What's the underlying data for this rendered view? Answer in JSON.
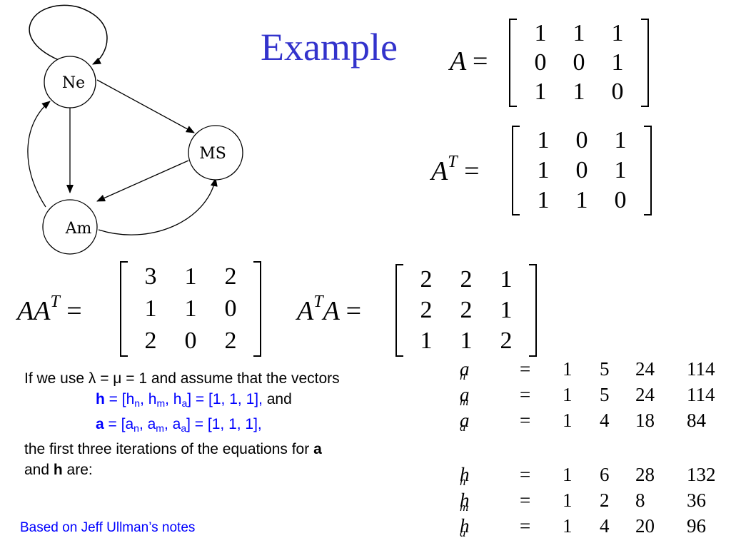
{
  "title": "Example",
  "graph": {
    "nodes": {
      "ne": "Ne",
      "ms": "MS",
      "am": "Am"
    }
  },
  "matrices": {
    "A": {
      "label": "A",
      "rows": [
        [
          "1",
          "1",
          "1"
        ],
        [
          "0",
          "0",
          "1"
        ],
        [
          "1",
          "1",
          "0"
        ]
      ]
    },
    "AT": {
      "label": "A",
      "sup": "T",
      "rows": [
        [
          "1",
          "0",
          "1"
        ],
        [
          "1",
          "0",
          "1"
        ],
        [
          "1",
          "1",
          "0"
        ]
      ]
    },
    "AAT": {
      "label": "AA",
      "sup": "T",
      "rows": [
        [
          "3",
          "1",
          "2"
        ],
        [
          "1",
          "1",
          "0"
        ],
        [
          "2",
          "0",
          "2"
        ]
      ]
    },
    "ATA": {
      "label_pre": "A",
      "sup": "T",
      "label_post": "A",
      "rows": [
        [
          "2",
          "2",
          "1"
        ],
        [
          "2",
          "2",
          "1"
        ],
        [
          "1",
          "1",
          "2"
        ]
      ]
    }
  },
  "equals": "=",
  "paragraph": {
    "line1": "If we use λ = μ = 1 and assume that the vectors",
    "h_bold": "h",
    "h_eq": " = [h",
    "h_sub_n": "n",
    "h_comma1": ", h",
    "h_sub_m": "m",
    "h_comma2": ", h",
    "h_sub_a": "a",
    "h_rest": "] = [1, 1, 1],",
    "h_and": " and",
    "a_bold": "a",
    "a_eq": " = [a",
    "a_sub_n": "n",
    "a_comma1": ", a",
    "a_sub_m": "m",
    "a_comma2": ", a",
    "a_sub_a": "a",
    "a_rest": "] = [1, 1, 1],",
    "line4_pre": "the first three iterations of the equations for ",
    "line4_bold": "a",
    "line5_pre": "and ",
    "line5_bold": "h",
    "line5_post": " are:"
  },
  "iterations": [
    {
      "var": "a",
      "sub": "n",
      "values": [
        "1",
        "5",
        "24",
        "114"
      ]
    },
    {
      "var": "a",
      "sub": "m",
      "values": [
        "1",
        "5",
        "24",
        "114"
      ]
    },
    {
      "var": "a",
      "sub": "a",
      "values": [
        "1",
        "4",
        "18",
        "84"
      ]
    },
    {
      "var": "h",
      "sub": "n",
      "values": [
        "1",
        "6",
        "28",
        "132"
      ]
    },
    {
      "var": "h",
      "sub": "m",
      "values": [
        "1",
        "2",
        "8",
        "36"
      ]
    },
    {
      "var": "h",
      "sub": "a",
      "values": [
        "1",
        "4",
        "20",
        "96"
      ]
    }
  ],
  "footer": "Based on Jeff Ullman’s notes",
  "colors": {
    "title": "#3333cc",
    "blue_text": "#0000ff"
  }
}
